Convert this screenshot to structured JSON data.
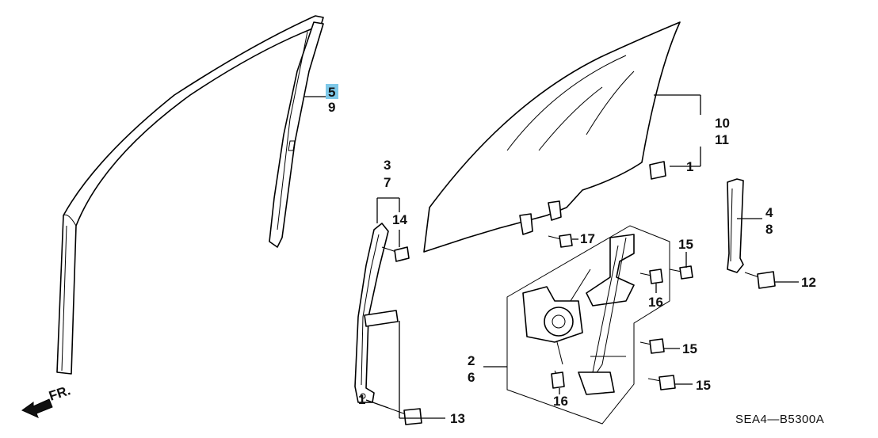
{
  "callouts": {
    "c5": "5",
    "c9": "9",
    "c3": "3",
    "c7": "7",
    "c14": "14",
    "c10": "10",
    "c11": "11",
    "c1a": "1",
    "c17": "17",
    "c15a": "15",
    "c16a": "16",
    "c4": "4",
    "c8": "8",
    "c12": "12",
    "c15b": "15",
    "c2": "2",
    "c6": "6",
    "c16b": "16",
    "c15c": "15",
    "c1b": "1",
    "c13": "13"
  },
  "direction_label": "FR.",
  "diagram_code": "SEA4—B5300A",
  "highlight_color": "#7ec8e8"
}
